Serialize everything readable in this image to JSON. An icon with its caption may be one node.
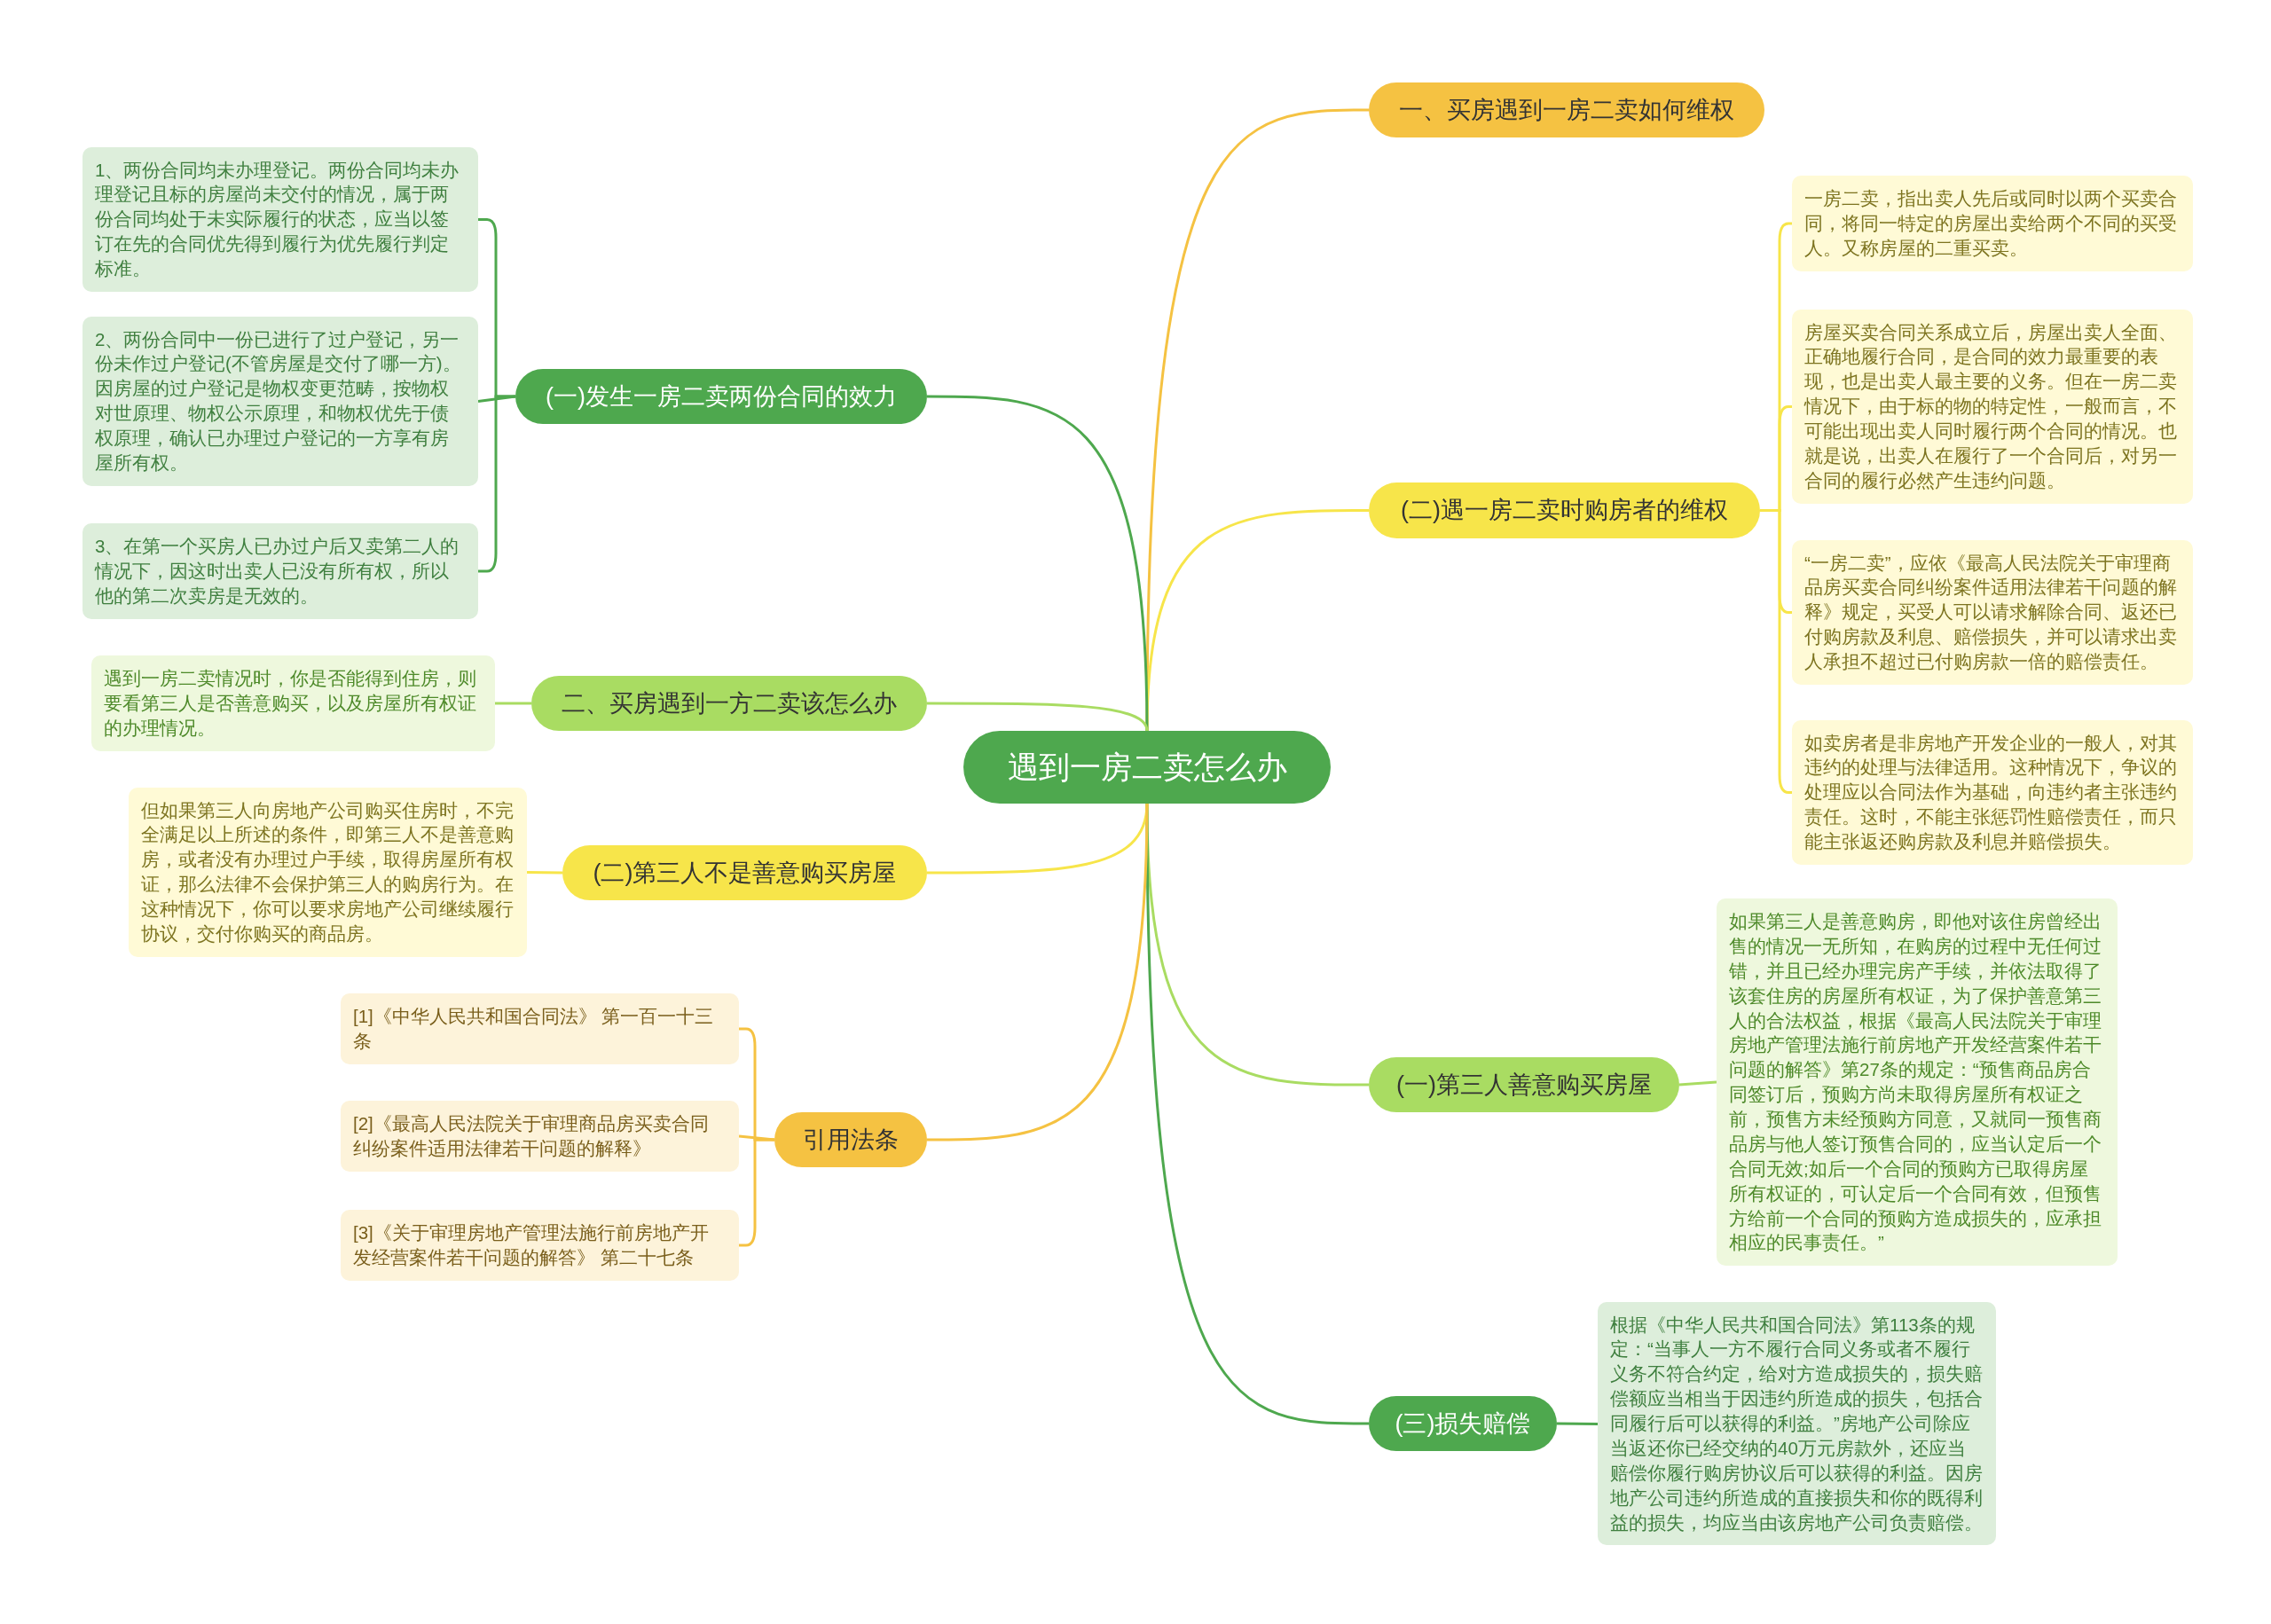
{
  "diagram": {
    "nodes": [
      {
        "text": [
          "遇到一房二卖怎么办"
        ]
      },
      {
        "text": [
          "一、买房遇到一房二卖如何维权"
        ]
      },
      {
        "text": [
          "(二)遇一房二卖时购房者的维权"
        ]
      },
      {
        "text": [
          "一房二卖，指出卖人先后或同时以两个买卖合同，将同一特定的房屋出卖给两个不同的买受人。又称房屋的二重买卖。"
        ]
      },
      {
        "text": [
          "房屋买卖合同关系成立后，房屋出卖人全面、正确地履行合同，是合同的效力最重要的表现，也是出卖人最主要的义务。但在一房二卖情况下，由于标的物的特定性，一般而言，不可能出现出卖人同时履行两个合同的情况。也就是说，出卖人在履行了一个合同后，对另一合同的履行必然产生违约问题。"
        ]
      },
      {
        "text": [
          "“一房二卖”，应依《最高人民法院关于审理商品房买卖合同纠纷案件适用法律若干问题的解释》规定，买受人可以请求解除合同、返还已付购房款及利息、赔偿损失，并可以请求出卖人承担不超过已付购房款一倍的赔偿责任。"
        ]
      },
      {
        "text": [
          "如卖房者是非房地产开发企业的一般人，对其违约的处理与法律适用。这种情况下，争议的处理应以合同法作为基础，向违约者主张违约责任。这时，不能主张惩罚性赔偿责任，而只能主张返还购房款及利息并赔偿损失。"
        ]
      },
      {
        "text": [
          "(一)第三人善意购买房屋"
        ]
      },
      {
        "text": [
          "如果第三人是善意购房，即他对该住房曾经出售的情况一无所知，在购房的过程中无任何过错，并且已经办理完房产手续，并依法取得了该套住房的房屋所有权证，为了保护善意第三人的合法权益，根据《最高人民法院关于审理房地产管理法施行前房地产开发经营案件若干问题的解答》第27条的规定：“预售商品房合同签订后，预购方尚未取得房屋所有权证之前，预售方未经预购方同意，又就同一预售商品房与他人签订预售合同的，应当认定后一个合同无效;如后一个合同的预购方已取得房屋所有权证的，可认定后一个合同有效，但预售方给前一个合同的预购方造成损失的，应承担相应的民事责任。”"
        ]
      },
      {
        "text": [
          "(三)损失赔偿"
        ]
      },
      {
        "text": [
          "根据《中华人民共和国合同法》第113条的规定：“当事人一方不履行合同义务或者不履行义务不符合约定，给对方造成损失的，损失赔偿额应当相当于因违约所造成的损失，包括合同履行后可以获得的利益。”房地产公司除应当返还你已经交纳的40万元房款外，还应当赔偿你履行购房协议后可以获得的利益。因房地产公司违约所造成的直接损失和你的既得利益的损失，均应当由该房地产公司负责赔偿。"
        ]
      },
      {
        "text": [
          "(一)发生一房二卖两份合同的效力"
        ]
      },
      {
        "text": [
          "1、两份合同均未办理登记。两份合同均未办理登记且标的房屋尚未交付的情况，属于两份合同均处于未实际履行的状态，应当以签订在先的合同优先得到履行为优先履行判定标准。"
        ]
      },
      {
        "text": [
          "2、两份合同中一份已进行了过户登记，另一份未作过户登记(不管房屋是交付了哪一方)。因房屋的过户登记是物权变更范畴，按物权对世原理、物权公示原理，和物权优先于债权原理，确认已办理过户登记的一方享有房屋所有权。"
        ]
      },
      {
        "text": [
          "3、在第一个买房人已办过户后又卖第二人的情况下，因这时出卖人已没有所有权，所以他的第二次卖房是无效的。"
        ]
      },
      {
        "text": [
          "二、买房遇到一方二卖该怎么办"
        ]
      },
      {
        "text": [
          "遇到一房二卖情况时，你是否能得到住房，则要看第三人是否善意购买，以及房屋所有权证的办理情况。"
        ]
      },
      {
        "text": [
          "(二)第三人不是善意购买房屋"
        ]
      },
      {
        "text": [
          "但如果第三人向房地产公司购买住房时，不完全满足以上所述的条件，即第三人不是善意购房，或者没有办理过户手续，取得房屋所有权证，那么法律不会保护第三人的购房行为。在这种情况下，你可以要求房地产公司继续履行协议，交付你购买的商品房。"
        ]
      },
      {
        "text": [
          "引用法条"
        ]
      },
      {
        "text": [
          "[1]《中华人民共和国合同法》 第一百一十三条"
        ]
      },
      {
        "text": [
          "[2]《最高人民法院关于审理商品房买卖合同纠纷案件适用法律若干问题的解释》"
        ]
      },
      {
        "text": [
          "[3]《关于审理房地产管理法施行前房地产开发经营案件若干问题的解答》 第二十七条"
        ]
      }
    ],
    "edges": [
      {
        "from": 0,
        "to": 1,
        "arrow": "none",
        "color": "#f5c242"
      },
      {
        "from": 0,
        "to": 2,
        "arrow": "none",
        "color": "#f7e54a"
      },
      {
        "from": 2,
        "to": 3,
        "arrow": "none",
        "color": "#f7e54a"
      },
      {
        "from": 2,
        "to": 4,
        "arrow": "none",
        "color": "#f7e54a"
      },
      {
        "from": 2,
        "to": 5,
        "arrow": "none",
        "color": "#f7e54a"
      },
      {
        "from": 2,
        "to": 6,
        "arrow": "none",
        "color": "#f7e54a"
      },
      {
        "from": 0,
        "to": 7,
        "arrow": "none",
        "color": "#a9dc62"
      },
      {
        "from": 7,
        "to": 8,
        "arrow": "none",
        "color": "#a9dc62"
      },
      {
        "from": 0,
        "to": 9,
        "arrow": "none",
        "color": "#4ea84e"
      },
      {
        "from": 9,
        "to": 10,
        "arrow": "none",
        "color": "#4ea84e"
      },
      {
        "from": 0,
        "to": 11,
        "arrow": "none",
        "color": "#4ea84e"
      },
      {
        "from": 11,
        "to": 12,
        "arrow": "none",
        "color": "#4ea84e"
      },
      {
        "from": 11,
        "to": 13,
        "arrow": "none",
        "color": "#4ea84e"
      },
      {
        "from": 11,
        "to": 14,
        "arrow": "none",
        "color": "#4ea84e"
      },
      {
        "from": 0,
        "to": 15,
        "arrow": "none",
        "color": "#a9dc62"
      },
      {
        "from": 15,
        "to": 16,
        "arrow": "none",
        "color": "#a9dc62"
      },
      {
        "from": 0,
        "to": 17,
        "arrow": "none",
        "color": "#f7e54a"
      },
      {
        "from": 17,
        "to": 18,
        "arrow": "none",
        "color": "#f7e54a"
      },
      {
        "from": 0,
        "to": 19,
        "arrow": "none",
        "color": "#f5c242"
      },
      {
        "from": 19,
        "to": 20,
        "arrow": "none",
        "color": "#f5c242"
      },
      {
        "from": 19,
        "to": 21,
        "arrow": "none",
        "color": "#f5c242"
      },
      {
        "from": 19,
        "to": 22,
        "arrow": "none",
        "color": "#f5c242"
      }
    ]
  }
}
